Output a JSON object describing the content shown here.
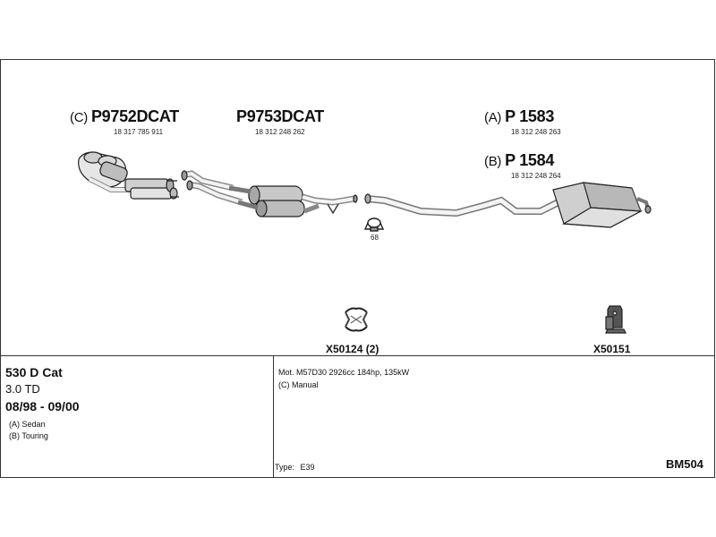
{
  "parts": {
    "front_pipe": {
      "prefix": "(C)",
      "code": "P9752DCAT",
      "oem": "18 317 785 911"
    },
    "center_pipe": {
      "prefix": "",
      "code": "P9753DCAT",
      "oem": "18 312 248 262"
    },
    "rear_a": {
      "prefix": "(A)",
      "code": "P 1583",
      "oem": "18 312 248 263"
    },
    "rear_b": {
      "prefix": "(B)",
      "code": "P 1584",
      "oem": "18 312 248 264"
    }
  },
  "clamp": {
    "qty": "68"
  },
  "accessories": [
    {
      "code": "X50124 (2)",
      "icon": "clamp-icon"
    },
    {
      "code": "X50151",
      "icon": "rubber-mount-icon"
    }
  ],
  "vehicle": {
    "model": "530 D Cat",
    "engine": "3.0 TD",
    "years": "08/98 - 09/00",
    "variants": [
      "(A) Sedan",
      "(B) Touring"
    ]
  },
  "specs": {
    "motor": "Mot. M57D30 2926cc 184hp, 135kW",
    "transmission": "(C) Manual",
    "type_label": "Type:",
    "type_value": "E39"
  },
  "diagram_code": "BM504"
}
